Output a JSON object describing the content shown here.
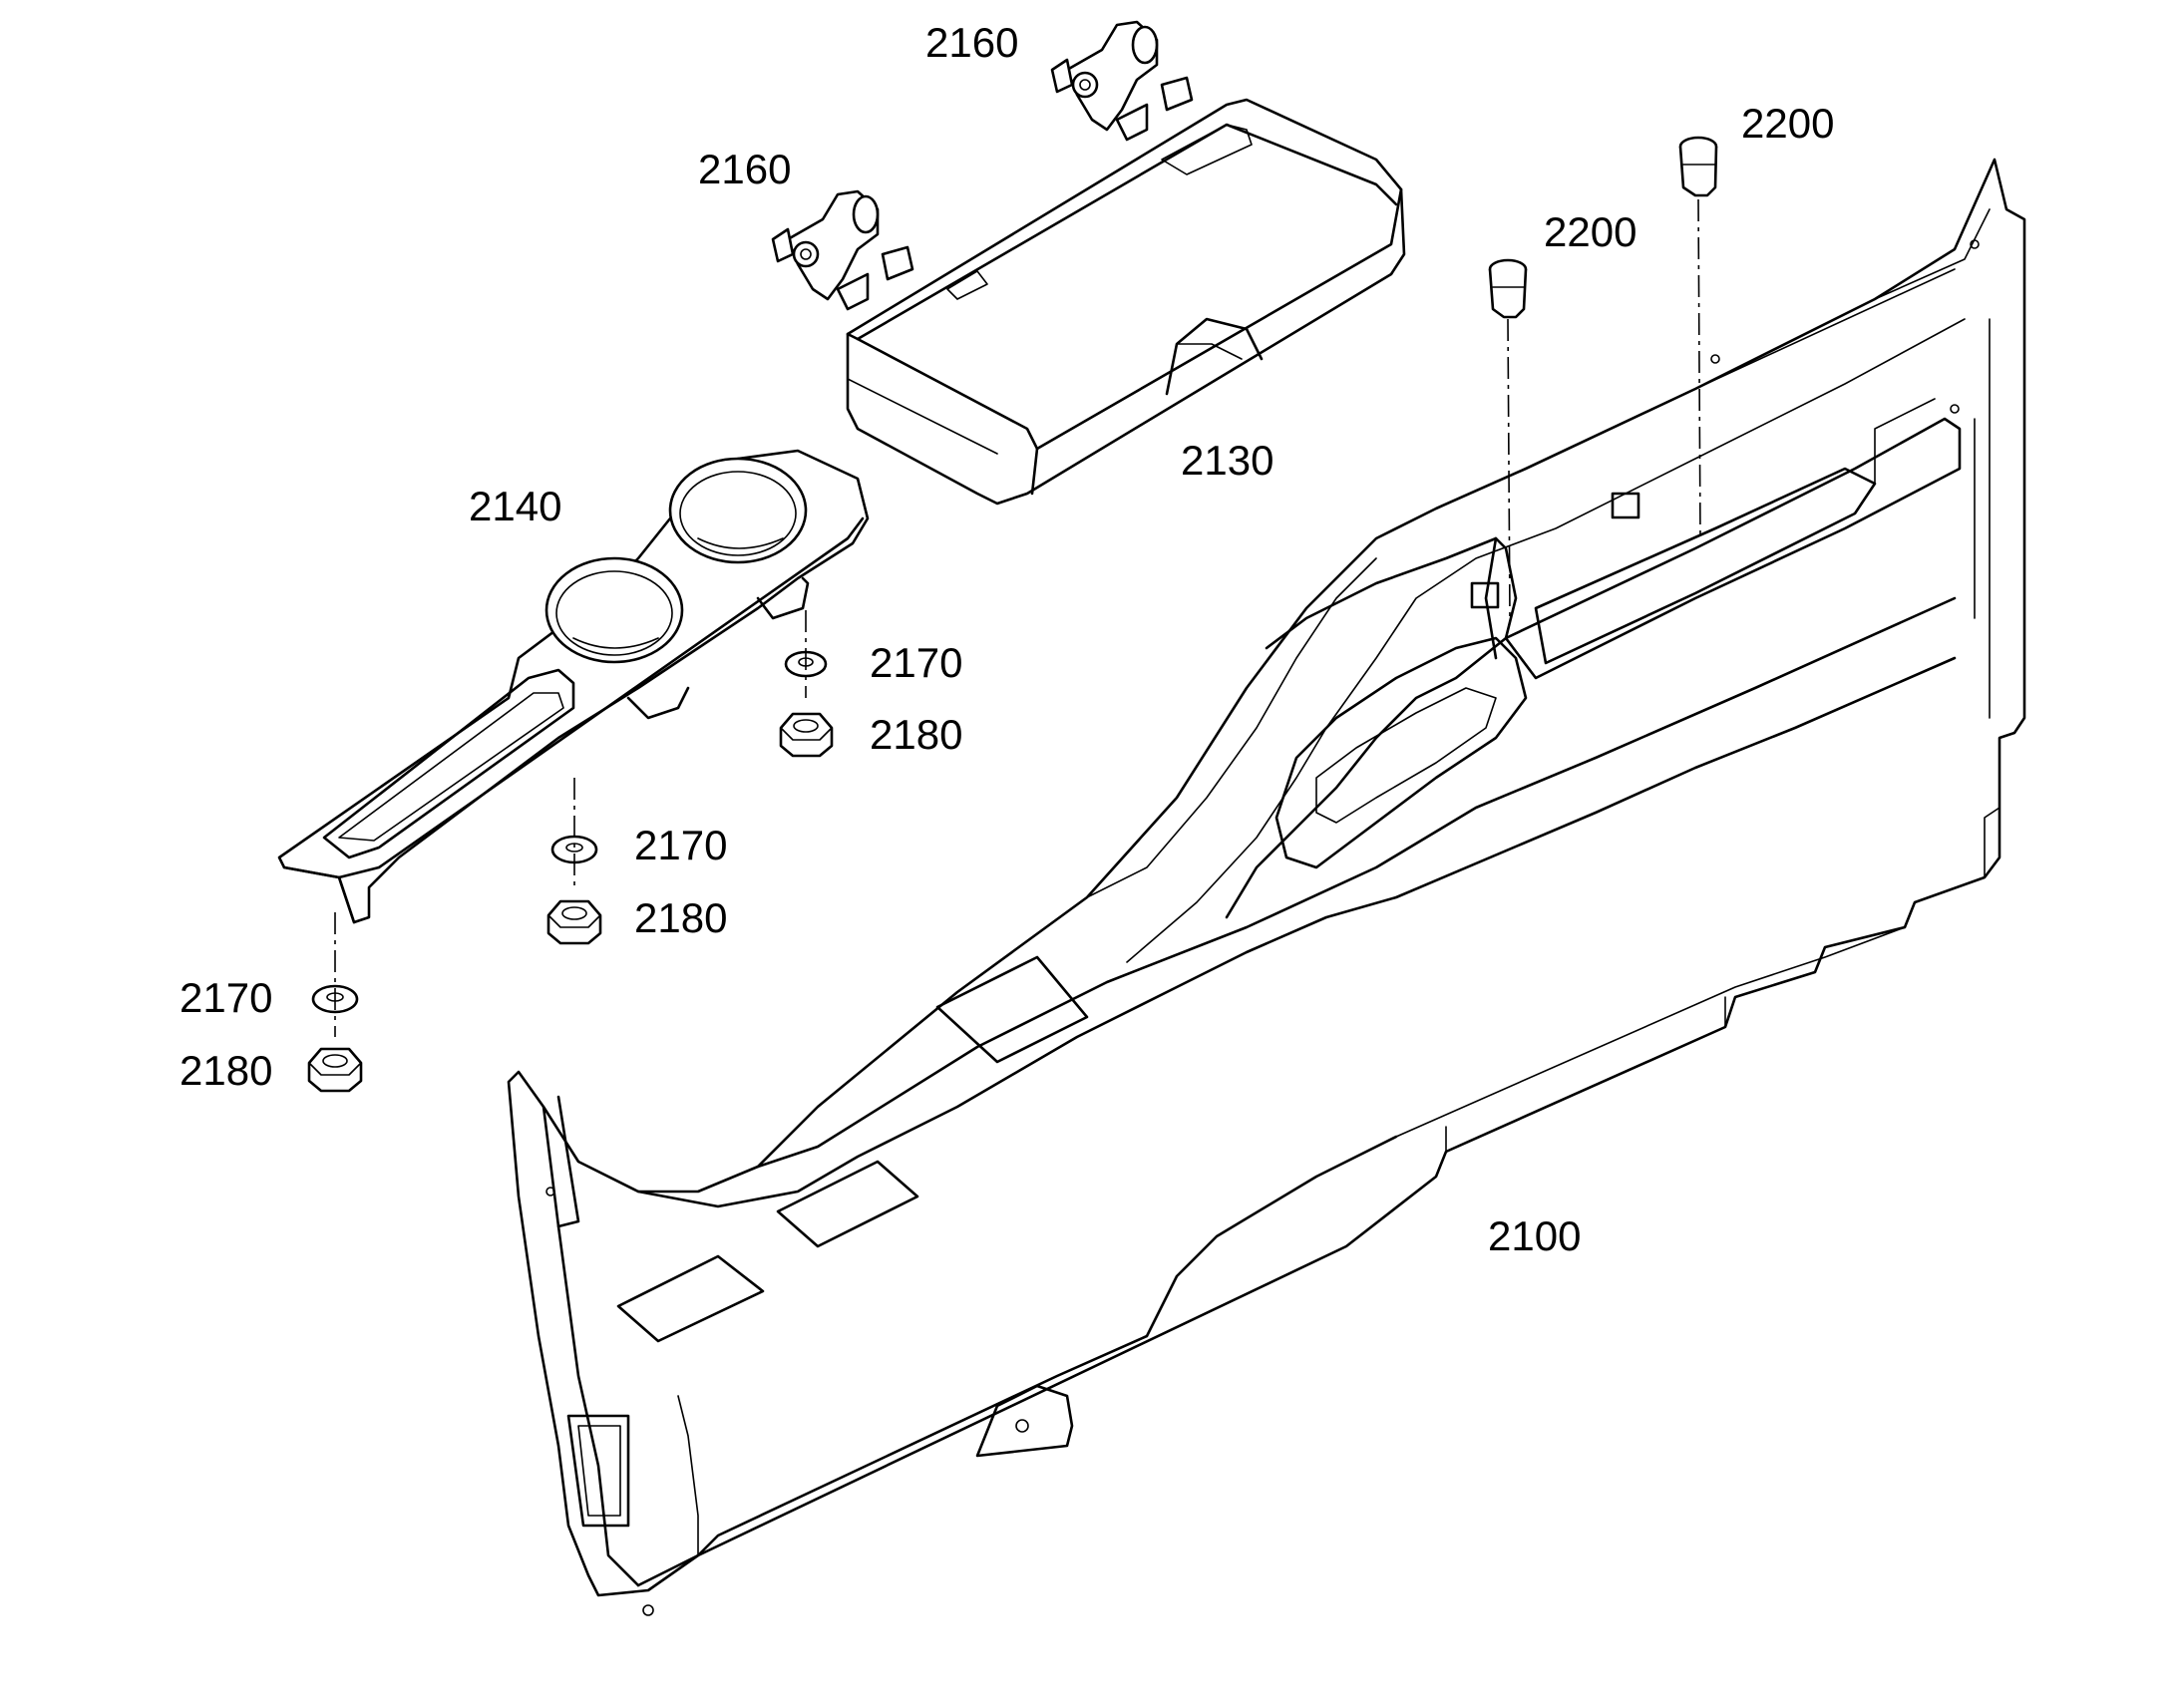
{
  "labels": {
    "l2160a": "2160",
    "l2160b": "2160",
    "l2200a": "2200",
    "l2200b": "2200",
    "l2130": "2130",
    "l2140": "2140",
    "l2170a": "2170",
    "l2180a": "2180",
    "l2170b": "2170",
    "l2180b": "2180",
    "l2170c": "2170",
    "l2180c": "2180",
    "l2100": "2100"
  }
}
